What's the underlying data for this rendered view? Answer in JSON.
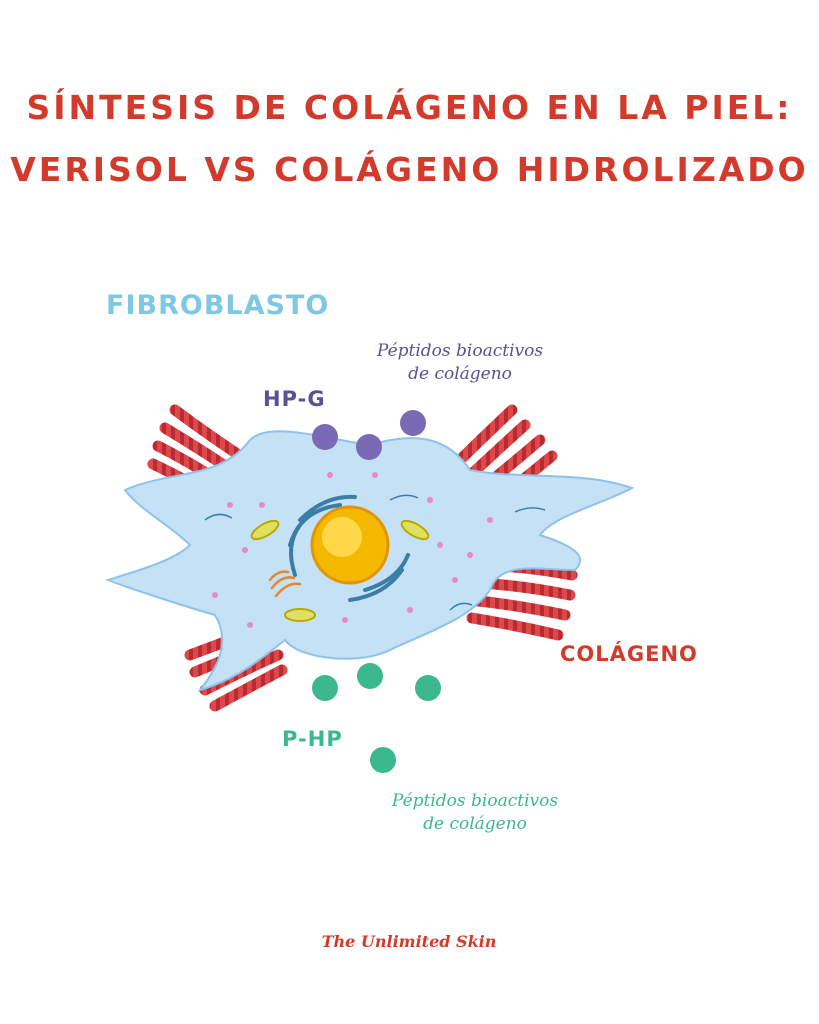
{
  "title": {
    "line1": "Síntesis de colágeno en la piel:",
    "line2": "Verisol vs colágeno hidrolizado"
  },
  "labels": {
    "fibroblast": "FIBROBLASTO",
    "hp_g": "HP-G",
    "p_hp": "P-HP",
    "collagen": "COLÁGENO",
    "peptides_top": {
      "line1": "Péptidos bioactivos",
      "line2": "de colágeno"
    },
    "peptides_bottom": {
      "line1": "Péptidos bioactivos",
      "line2": "de colágeno"
    }
  },
  "footer": "The Unlimited Skin",
  "colors": {
    "title": "#d23a2c",
    "fibroblast": "#7ec8e3",
    "hp_g": "#5b4f96",
    "p_hp": "#3cb88f",
    "collagen": "#d23a2c",
    "cell": "#c5e1f5",
    "nucleus": "#f5b800",
    "fiber": "#e04848"
  }
}
